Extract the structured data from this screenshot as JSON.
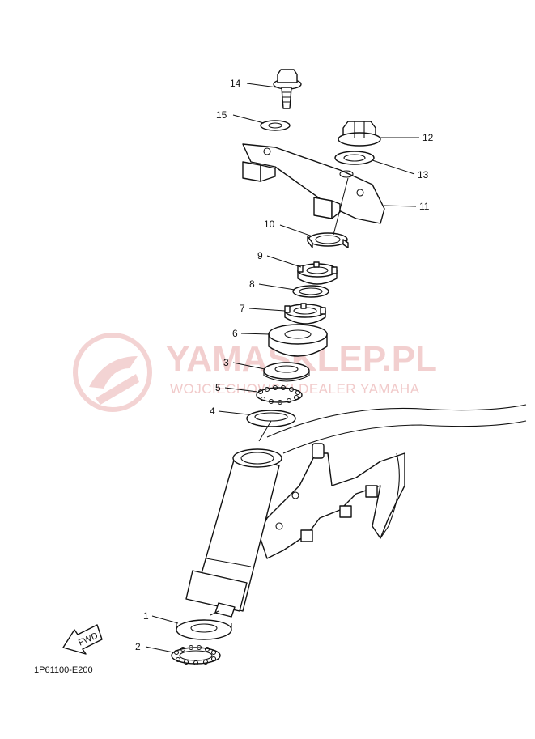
{
  "watermark": {
    "brand": "YAMASKLEP.PL",
    "tagline": "WOJCIECHOWSKI DEALER YAMAHA"
  },
  "diagram_code": "1P61100-E200",
  "direction_label": "FWD",
  "callouts": [
    {
      "id": "14",
      "label": "14"
    },
    {
      "id": "15",
      "label": "15"
    },
    {
      "id": "12",
      "label": "12"
    },
    {
      "id": "13",
      "label": "13"
    },
    {
      "id": "11",
      "label": "11"
    },
    {
      "id": "10",
      "label": "10"
    },
    {
      "id": "9",
      "label": "9"
    },
    {
      "id": "8",
      "label": "8"
    },
    {
      "id": "7",
      "label": "7"
    },
    {
      "id": "6",
      "label": "6"
    },
    {
      "id": "3",
      "label": "3"
    },
    {
      "id": "5",
      "label": "5"
    },
    {
      "id": "4",
      "label": "4"
    },
    {
      "id": "1",
      "label": "1"
    },
    {
      "id": "2",
      "label": "2"
    }
  ],
  "colors": {
    "line": "#111111",
    "watermark": "#e8a8a8"
  }
}
